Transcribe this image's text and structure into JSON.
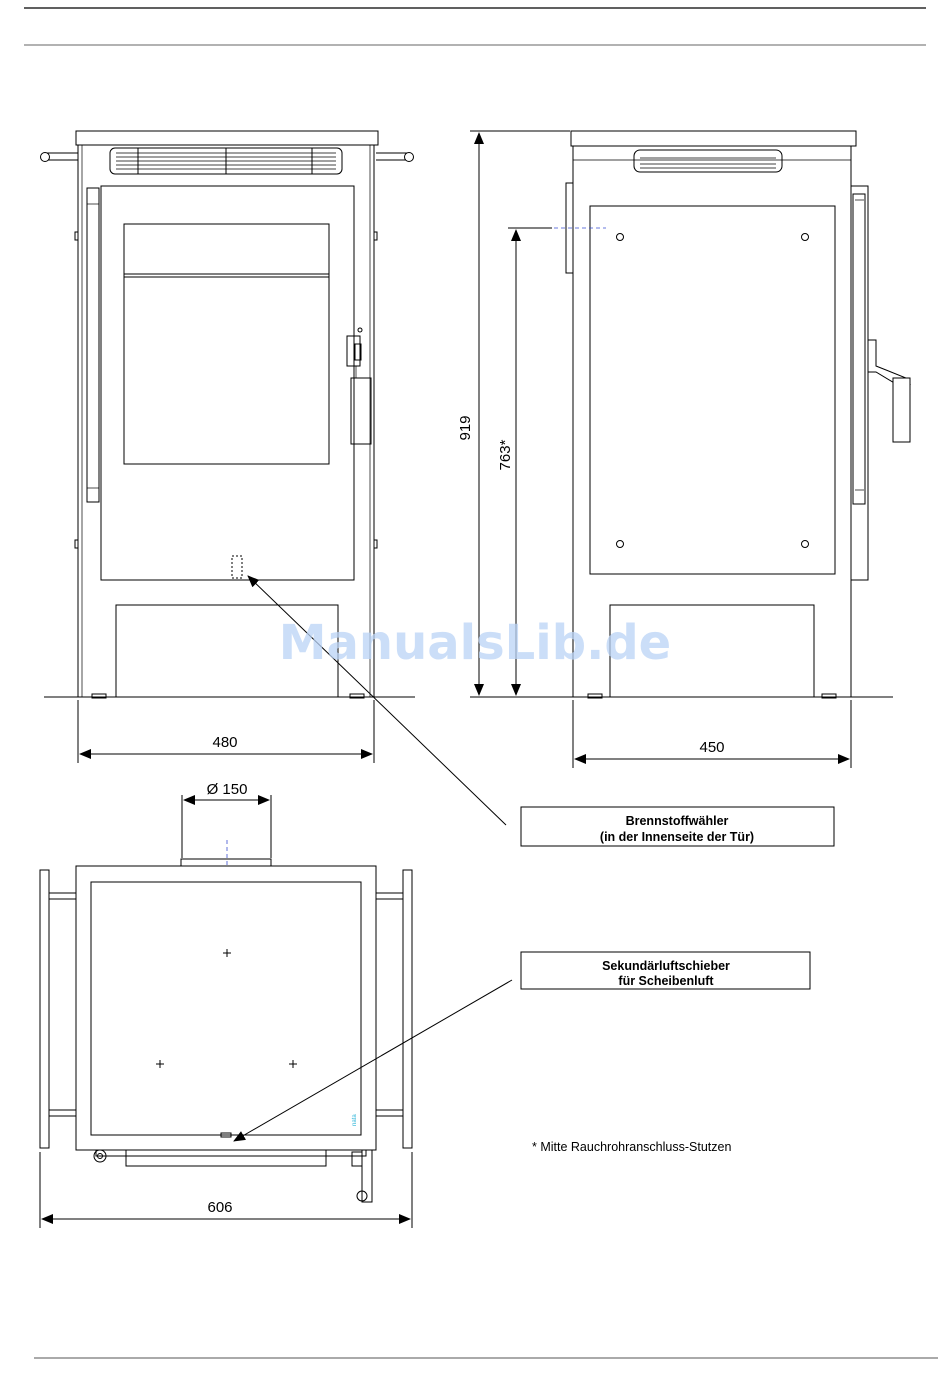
{
  "dimensions": {
    "front_width": "480",
    "side_depth": "450",
    "total_height": "919",
    "flue_height": "763*",
    "flue_diameter": "Ø 150",
    "top_width": "606"
  },
  "callouts": {
    "fuel_selector": {
      "line1": "Brennstoffwähler",
      "line2": "(in der Innenseite der Tür)"
    },
    "secondary_air": {
      "line1": "Sekundärluftschieber",
      "line2": "für Scheibenluft"
    }
  },
  "footnote": "* Mitte Rauchrohranschluss-Stutzen",
  "watermark": "ManualsLib.de",
  "brand_mark": "nata"
}
